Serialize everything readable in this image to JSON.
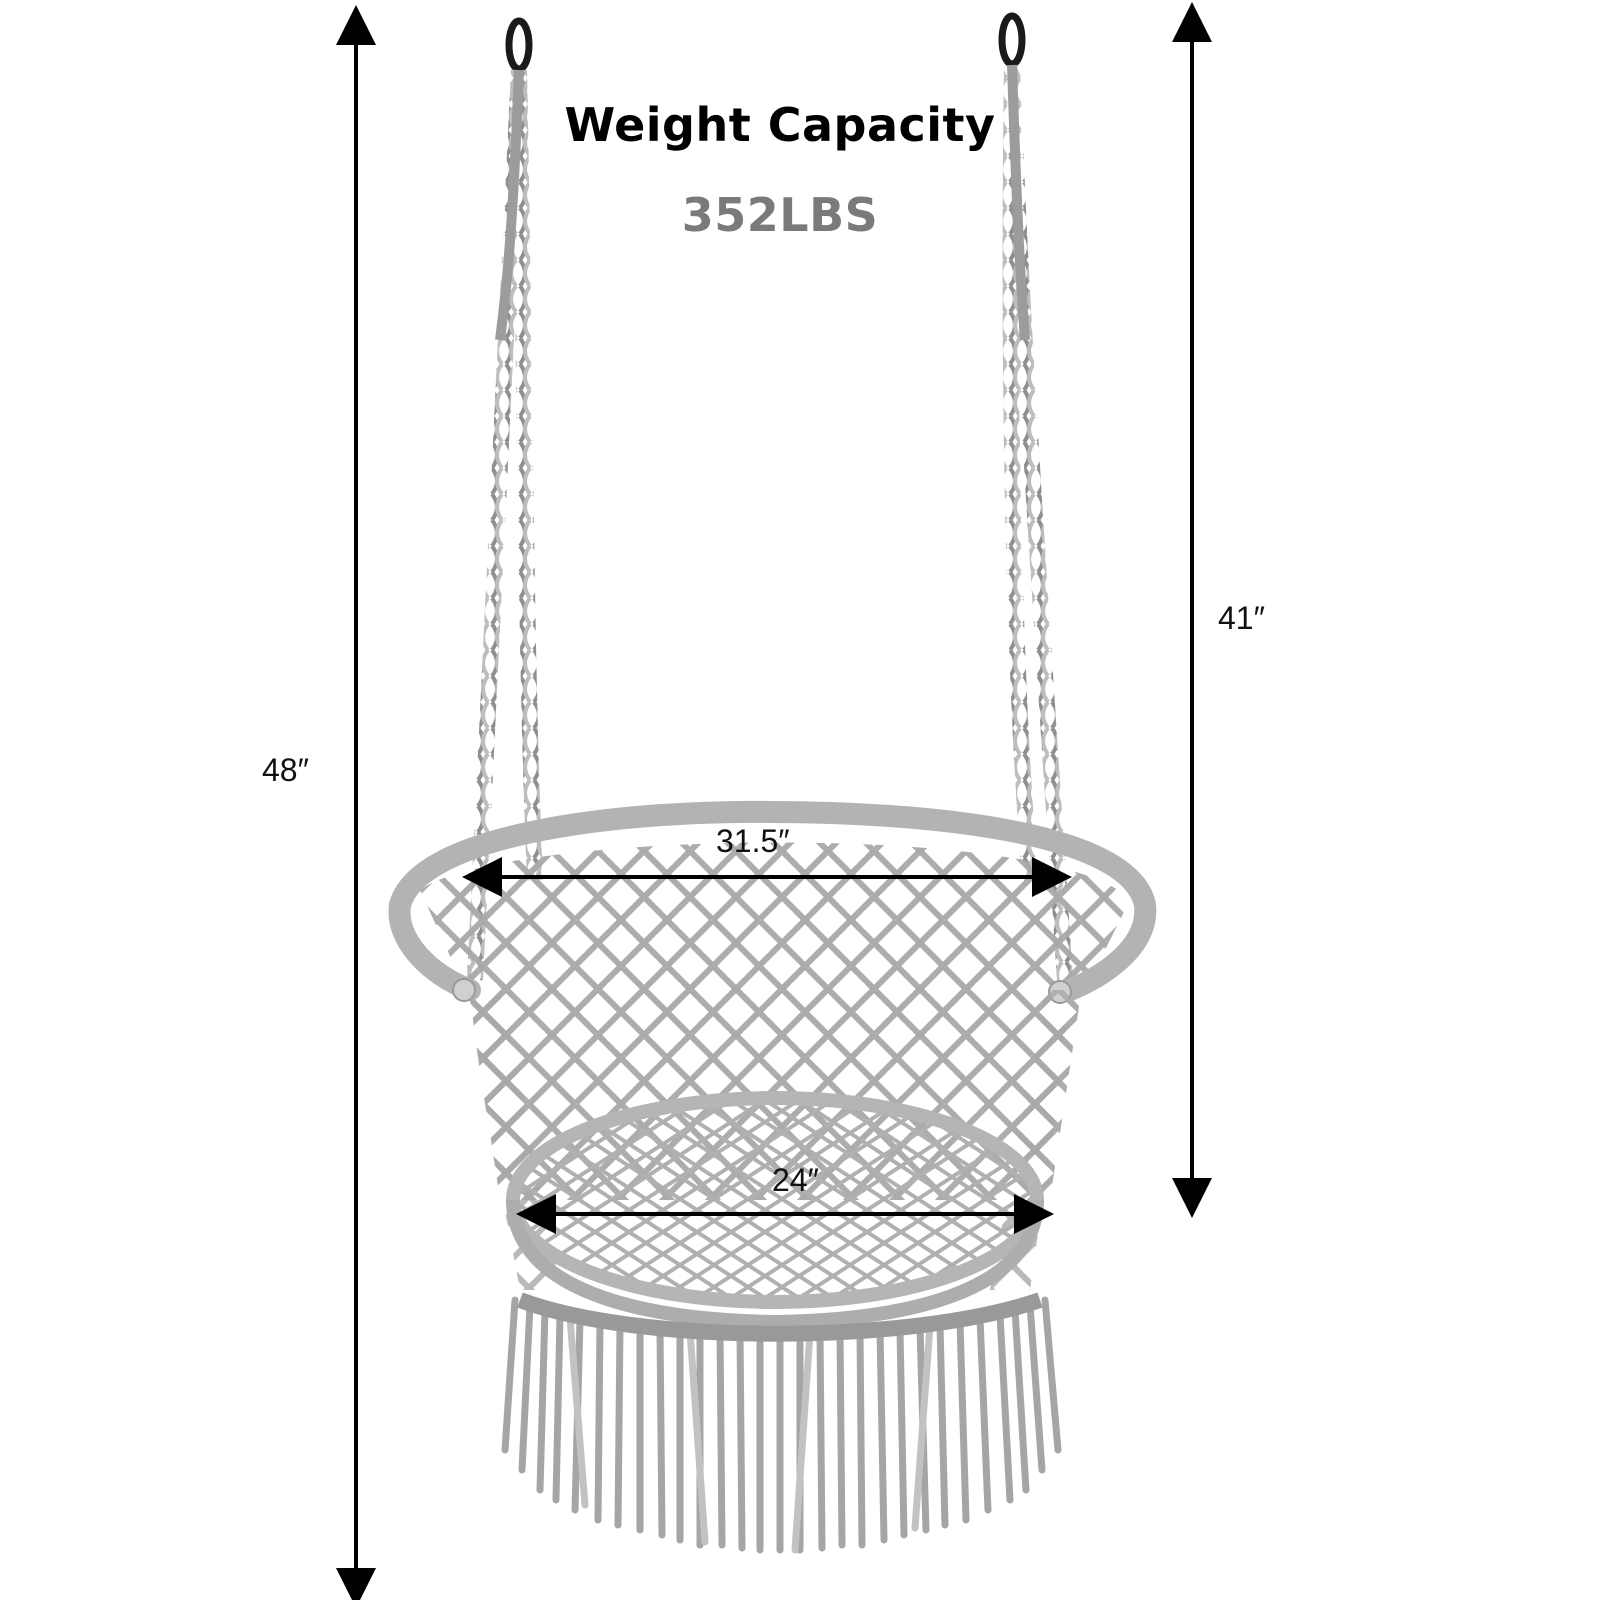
{
  "header": {
    "title": "Weight Capacity",
    "capacity_value": "352LBS"
  },
  "dimensions": {
    "total_height": {
      "label": "48″",
      "value": 48,
      "unit": "in"
    },
    "rope_height": {
      "label": "41″",
      "value": 41,
      "unit": "in"
    },
    "top_ring_width": {
      "label": "31.5″",
      "value": 31.5,
      "unit": "in"
    },
    "seat_width": {
      "label": "24″",
      "value": 24,
      "unit": "in"
    }
  },
  "product": {
    "name": "hanging-macrame-hammock-chair",
    "colors": {
      "rope": "#9a9a9a",
      "rope_light": "#c8c8c8",
      "ring": "#b5b5b5",
      "hook": "#1a1a1a",
      "arrow": "#000000",
      "capacity_text": "#7a7a7a"
    }
  }
}
